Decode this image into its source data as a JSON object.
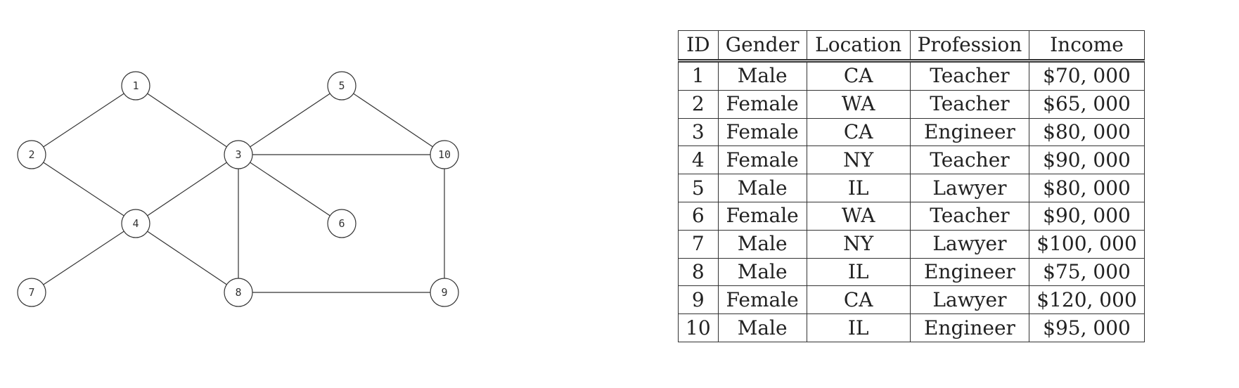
{
  "graph": {
    "nodes": [
      {
        "id": "1",
        "label": "1"
      },
      {
        "id": "2",
        "label": "2"
      },
      {
        "id": "3",
        "label": "3"
      },
      {
        "id": "4",
        "label": "4"
      },
      {
        "id": "5",
        "label": "5"
      },
      {
        "id": "6",
        "label": "6"
      },
      {
        "id": "7",
        "label": "7"
      },
      {
        "id": "8",
        "label": "8"
      },
      {
        "id": "9",
        "label": "9"
      },
      {
        "id": "10",
        "label": "10"
      }
    ],
    "edges": [
      [
        "1",
        "2"
      ],
      [
        "1",
        "3"
      ],
      [
        "2",
        "4"
      ],
      [
        "3",
        "4"
      ],
      [
        "3",
        "5"
      ],
      [
        "3",
        "6"
      ],
      [
        "3",
        "8"
      ],
      [
        "3",
        "10"
      ],
      [
        "4",
        "7"
      ],
      [
        "4",
        "8"
      ],
      [
        "5",
        "10"
      ],
      [
        "8",
        "9"
      ],
      [
        "9",
        "10"
      ]
    ]
  },
  "table": {
    "headers": [
      "ID",
      "Gender",
      "Location",
      "Profession",
      "Income"
    ],
    "rows": [
      [
        "1",
        "Male",
        "CA",
        "Teacher",
        "$70, 000"
      ],
      [
        "2",
        "Female",
        "WA",
        "Teacher",
        "$65, 000"
      ],
      [
        "3",
        "Female",
        "CA",
        "Engineer",
        "$80, 000"
      ],
      [
        "4",
        "Female",
        "NY",
        "Teacher",
        "$90, 000"
      ],
      [
        "5",
        "Male",
        "IL",
        "Lawyer",
        "$80, 000"
      ],
      [
        "6",
        "Female",
        "WA",
        "Teacher",
        "$90, 000"
      ],
      [
        "7",
        "Male",
        "NY",
        "Lawyer",
        "$100, 000"
      ],
      [
        "8",
        "Male",
        "IL",
        "Engineer",
        "$75, 000"
      ],
      [
        "9",
        "Female",
        "CA",
        "Lawyer",
        "$120, 000"
      ],
      [
        "10",
        "Male",
        "IL",
        "Engineer",
        "$95, 000"
      ]
    ]
  }
}
